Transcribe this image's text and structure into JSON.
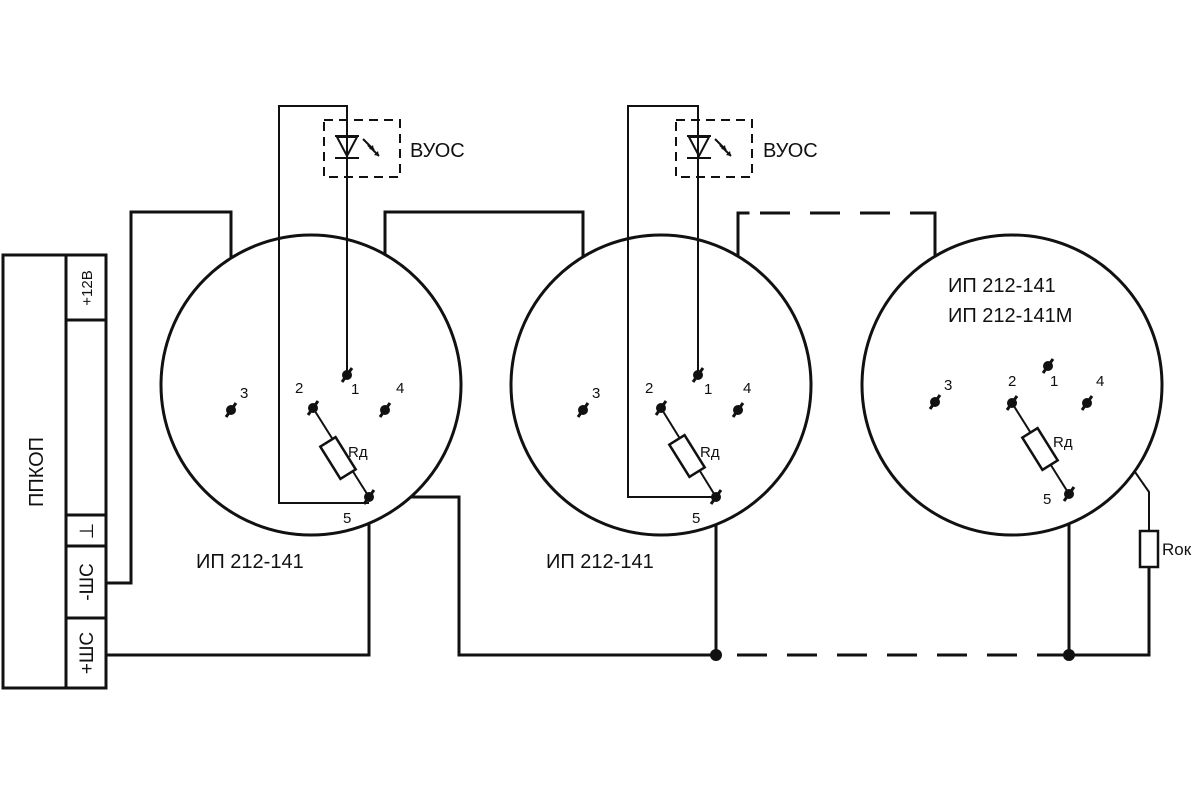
{
  "panel": {
    "name": "ППКОП",
    "terminals": {
      "plus12": "+12В",
      "ground": "⊥",
      "minus_loop": "-ШС",
      "plus_loop": "+ШС"
    }
  },
  "detectors": [
    {
      "model_lines": [
        "ИП 212-141"
      ],
      "resistor": "Rд",
      "pins": [
        "1",
        "2",
        "3",
        "4",
        "5"
      ],
      "indicator": "ВУОС"
    },
    {
      "model_lines": [
        "ИП 212-141"
      ],
      "resistor": "Rд",
      "pins": [
        "1",
        "2",
        "3",
        "4",
        "5"
      ],
      "indicator": "ВУОС"
    },
    {
      "model_lines": [
        "ИП 212-141",
        "ИП 212-141М"
      ],
      "resistor": "Rд",
      "pins": [
        "1",
        "2",
        "3",
        "4",
        "5"
      ]
    }
  ],
  "end_resistor": "Rок",
  "colors": {
    "line": "#111111",
    "background": "#ffffff"
  }
}
